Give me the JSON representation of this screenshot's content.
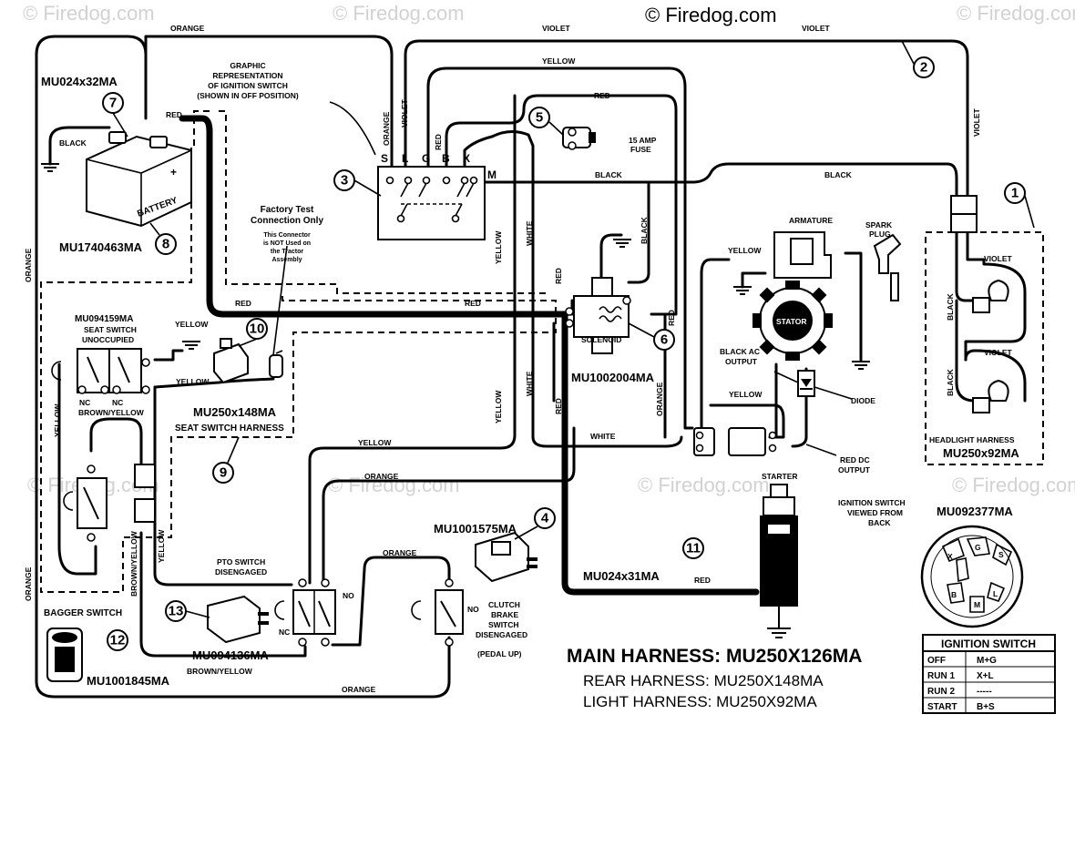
{
  "watermarks": {
    "main": "© Firedog.com",
    "faint": [
      "© Firedog.com",
      "© Firedog.com",
      "© Firedog.com",
      "© Firedog.com",
      "© Firedog.com",
      "© Firedog.com",
      "© Firedog.com"
    ]
  },
  "wire_colors": {
    "orange": "ORANGE",
    "violet": "VIOLET",
    "yellow": "YELLOW",
    "red": "RED",
    "black": "BLACK",
    "white": "WHITE",
    "brown_yellow": "BROWN/YELLOW"
  },
  "callouts": [
    "1",
    "2",
    "3",
    "4",
    "5",
    "6",
    "7",
    "8",
    "9",
    "10",
    "11",
    "12",
    "13"
  ],
  "parts": {
    "battery_cable_black": "MU024x32MA",
    "battery": "MU1740463MA",
    "battery_label": "BATTERY",
    "battery_plus": "+",
    "seat_switch": "MU094159MA",
    "seat_switch_desc": [
      "SEAT SWITCH",
      "UNOCCUPIED"
    ],
    "seat_harness": "MU250x148MA",
    "seat_harness_desc": "SEAT SWITCH HARNESS",
    "solenoid": "MU1002004MA",
    "solenoid_label": "SOLENOID",
    "clutch_switch": "MU1001575MA",
    "clutch_desc": [
      "CLUTCH",
      "BRAKE",
      "SWITCH",
      "DISENGAGED",
      "(PEDAL UP)"
    ],
    "pto_switch": "MU094136MA",
    "pto_desc": [
      "PTO SWITCH",
      "DISENGAGED"
    ],
    "bagger_switch": "MU1001845MA",
    "bagger_desc": "BAGGER  SWITCH",
    "starter_cable": "MU024x31MA",
    "starter_label": "STARTER",
    "ignition_switch": "MU092377MA",
    "ignition_view": [
      "IGNITION SWITCH",
      "VIEWED FROM",
      "BACK"
    ],
    "headlight_harness": [
      "HEADLIGHT HARNESS",
      "MU250x92MA"
    ],
    "graphic_rep": [
      "GRAPHIC",
      "REPRESENTATION",
      "OF IGNITION SWITCH",
      "(SHOWN IN OFF POSITION)"
    ],
    "factory_test": [
      "Factory Test",
      "Connection Only"
    ],
    "factory_note": [
      "This Connector",
      "is NOT Used on",
      "the Tractor",
      "Assembly"
    ],
    "fuse": [
      "15 AMP",
      "FUSE"
    ],
    "armature": "ARMATURE",
    "spark_plug": [
      "SPARK",
      "PLUG"
    ],
    "stator": "STATOR",
    "black_ac": [
      "BLACK AC",
      "OUTPUT"
    ],
    "diode": "DIODE",
    "red_dc": [
      "RED DC",
      "OUTPUT"
    ],
    "nc": "NC",
    "no": "NO"
  },
  "ignition_terminals": [
    "S",
    "L",
    "G",
    "B",
    "X",
    "M"
  ],
  "ignition_face_terminals": [
    "X",
    "G",
    "S",
    "B",
    "M",
    "L"
  ],
  "harness_titles": {
    "main": "MAIN HARNESS: MU250X126MA",
    "rear": "REAR HARNESS: MU250X148MA",
    "light": "LIGHT HARNESS: MU250X92MA"
  },
  "ignition_table": {
    "title": "IGNITION SWITCH",
    "rows": [
      {
        "position": "OFF",
        "connection": "M+G"
      },
      {
        "position": "RUN 1",
        "connection": "X+L"
      },
      {
        "position": "RUN 2",
        "connection": "-----"
      },
      {
        "position": "START",
        "connection": "B+S"
      }
    ]
  }
}
